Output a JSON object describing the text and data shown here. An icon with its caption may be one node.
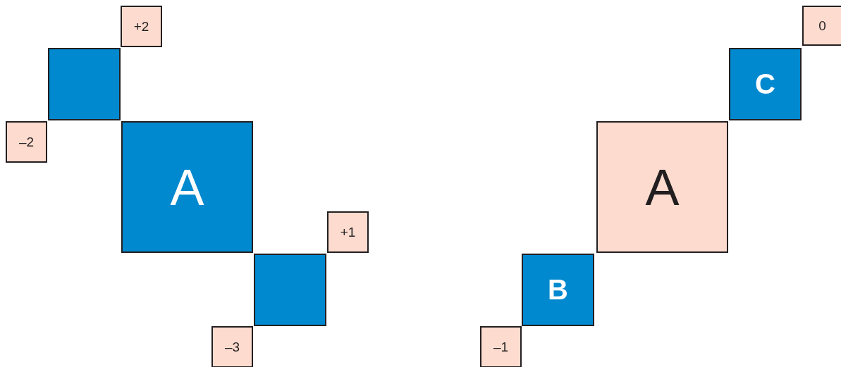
{
  "diagram": {
    "nodes": [
      {
        "text": [
          "+2"
        ]
      },
      {
        "text": [],
        "shape": "box"
      },
      {
        "text": [
          "–2"
        ]
      },
      {
        "text": [
          "A"
        ]
      },
      {
        "text": [
          "+1"
        ]
      },
      {
        "text": [],
        "shape": "box"
      },
      {
        "text": [
          "–3"
        ]
      },
      {
        "text": [
          "0"
        ]
      },
      {
        "text": [
          "C"
        ]
      },
      {
        "text": [
          "A"
        ]
      },
      {
        "text": [
          "B"
        ]
      },
      {
        "text": [
          "–1"
        ]
      }
    ]
  }
}
